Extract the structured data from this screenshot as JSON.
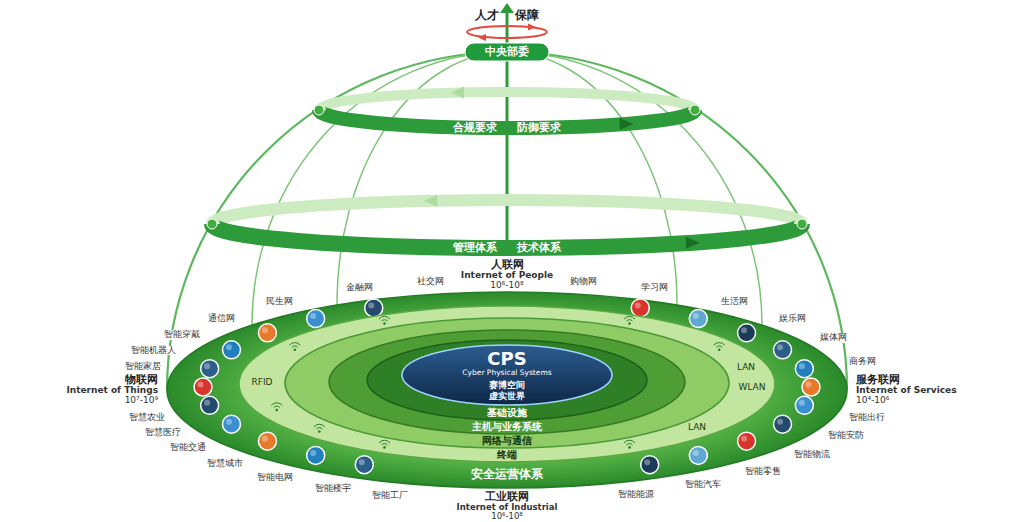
{
  "diagram": {
    "nodes": [
      {
        "text": [
          "中央部委"
        ]
      },
      {
        "text": [
          "合规要求",
          "防御要求"
        ]
      },
      {
        "text": [
          "管理体系",
          "技术体系"
        ]
      },
      {
        "text": [
          "安全运营体系"
        ]
      },
      {
        "text": [
          "终端"
        ],
        "in": 3
      },
      {
        "text": [
          "网络与通信"
        ],
        "in": 4
      },
      {
        "text": [
          "主机与业务系统"
        ],
        "in": 5
      },
      {
        "text": [
          "基础设施"
        ],
        "in": 6
      },
      {
        "text": [
          "CPS",
          "Cyber Physical Systems",
          "赛博空间",
          "虚实世界"
        ],
        "in": 7
      }
    ],
    "labels": [
      "人才",
      "保障",
      "人联网",
      "Internet of People",
      "10⁶-10⁸",
      "物联网",
      "Internet of Things",
      "10⁷-10⁹",
      "服务联网",
      "Internet of Services",
      "10⁴-10⁶",
      "工业联网",
      "Internet of Industrial",
      "10⁶-10⁸",
      "社交网",
      "金融网",
      "民生网",
      "通信网",
      "智能穿戴",
      "智能机器人",
      "智能家居",
      "智慧农业",
      "智慧医疗",
      "智能交通",
      "智慧城市",
      "智能电网",
      "智能楼宇",
      "智能工厂",
      "购物网",
      "学习网",
      "生活网",
      "娱乐网",
      "媒体网",
      "商务网",
      "智能出行",
      "智能安防",
      "智能物流",
      "智能零售",
      "智能汽车",
      "智能能源",
      "RFID",
      "LAN",
      "WLAN",
      "LAN"
    ]
  }
}
